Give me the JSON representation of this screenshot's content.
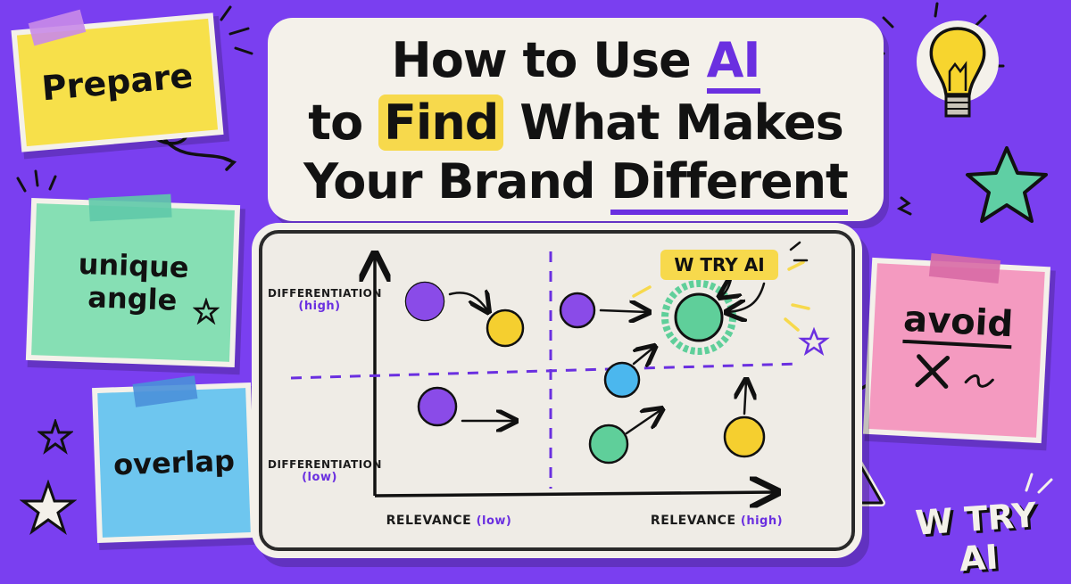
{
  "title": {
    "line1_pre": "How to Use ",
    "line1_ai": "AI",
    "line2_pre": "to ",
    "line2_find": "Find",
    "line2_post": " What Makes",
    "line3_pre": "Your Brand ",
    "line3_diff": "Different"
  },
  "notes": {
    "prepare": "Prepare",
    "unique": "unique angle",
    "overlap": "overlap",
    "avoid": "avoid"
  },
  "diagram": {
    "y_high_label": "DIFFERENTIATION",
    "y_high_sub": "(high)",
    "y_low_label": "DIFFERENTIATION",
    "y_low_sub": "(low)",
    "x_low_label": "RELEVANCE",
    "x_low_sub": "(low)",
    "x_high_label": "RELEVANCE",
    "x_high_sub": "(high)",
    "callout": "W TRY AI"
  },
  "brand_mark": "W TRY AI",
  "colors": {
    "background": "#7a3ff0",
    "purple_dot": "#8a4be8",
    "yellow_dot": "#f5cf2f",
    "blue_dot": "#4bb7ee",
    "green_dot": "#5fcf9a",
    "note_yellow": "#f7e04a",
    "note_green": "#86dfb4",
    "note_blue": "#6ec6ef",
    "note_pink": "#f49ac0"
  },
  "icons": [
    "lightbulb-icon",
    "star-icon",
    "warning-icon",
    "cross-icon",
    "squiggle-arrow-icon"
  ]
}
